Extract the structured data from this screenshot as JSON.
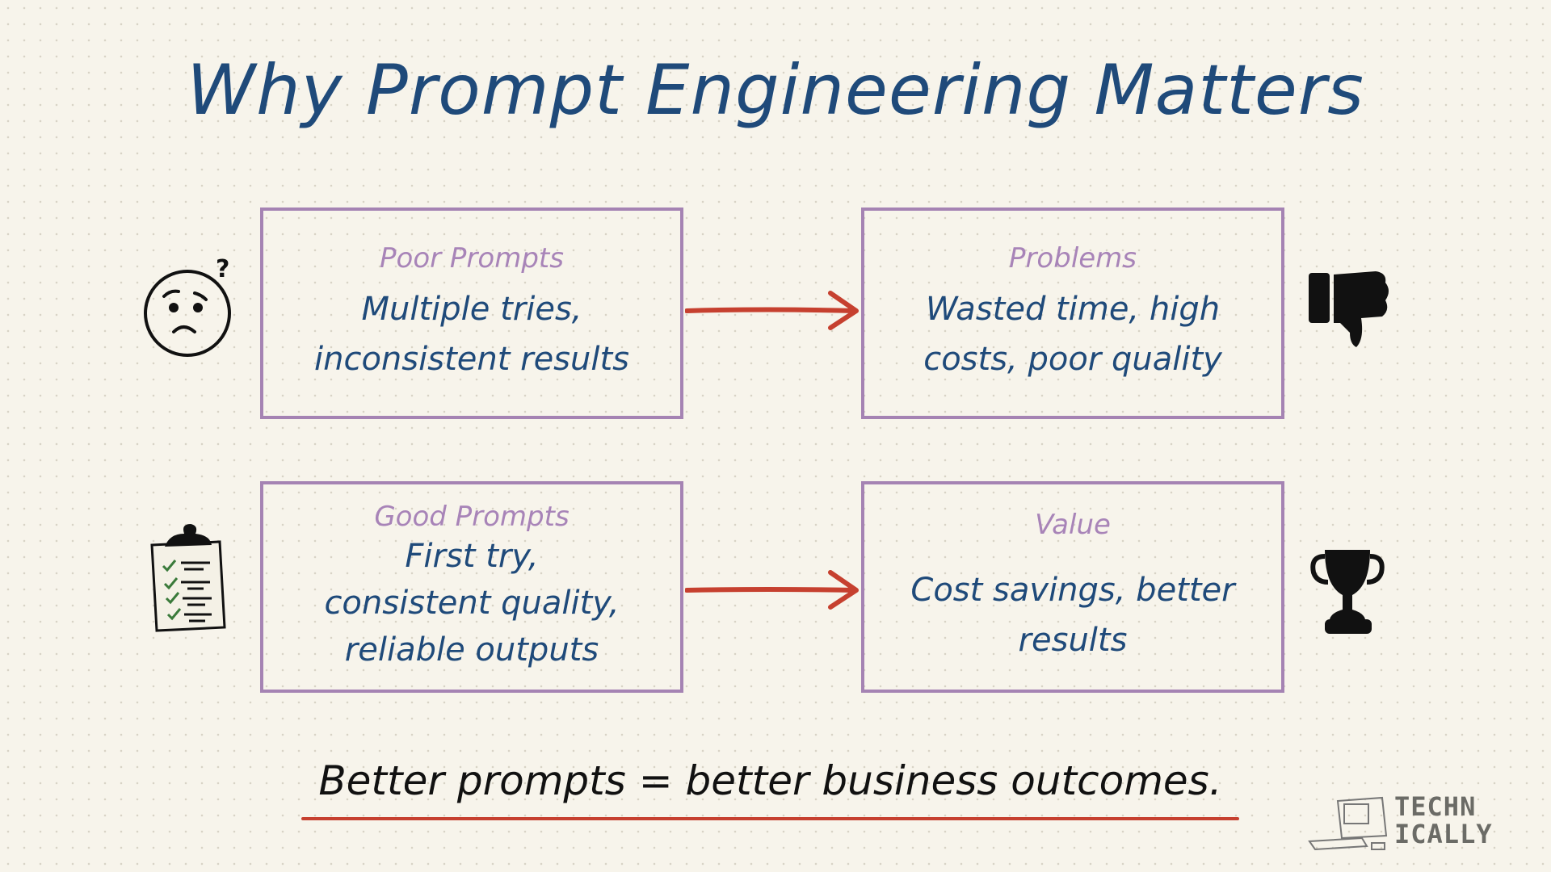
{
  "title": "Why Prompt Engineering Matters",
  "boxes": {
    "poor": {
      "heading": "Poor Prompts",
      "line1": "Multiple tries,",
      "line2": "inconsistent results"
    },
    "problems": {
      "heading": "Problems",
      "line1": "Wasted time, high",
      "line2": "costs, poor quality"
    },
    "good": {
      "heading": "Good Prompts",
      "line1": "First try,",
      "line2": "consistent quality,",
      "line3": "reliable outputs"
    },
    "value": {
      "heading": "Value",
      "line1": "Cost savings, better",
      "line2": "results"
    }
  },
  "icons": [
    "confused-face-icon",
    "thumbs-down-icon",
    "checklist-clipboard-icon",
    "trophy-icon"
  ],
  "footer": "Better prompts = better business outcomes.",
  "logo": {
    "line1": "TECHN",
    "line2": "ICALLY"
  },
  "colors": {
    "title": "#1f4a7a",
    "border": "#a583b3",
    "arrow": "#c6402f"
  }
}
